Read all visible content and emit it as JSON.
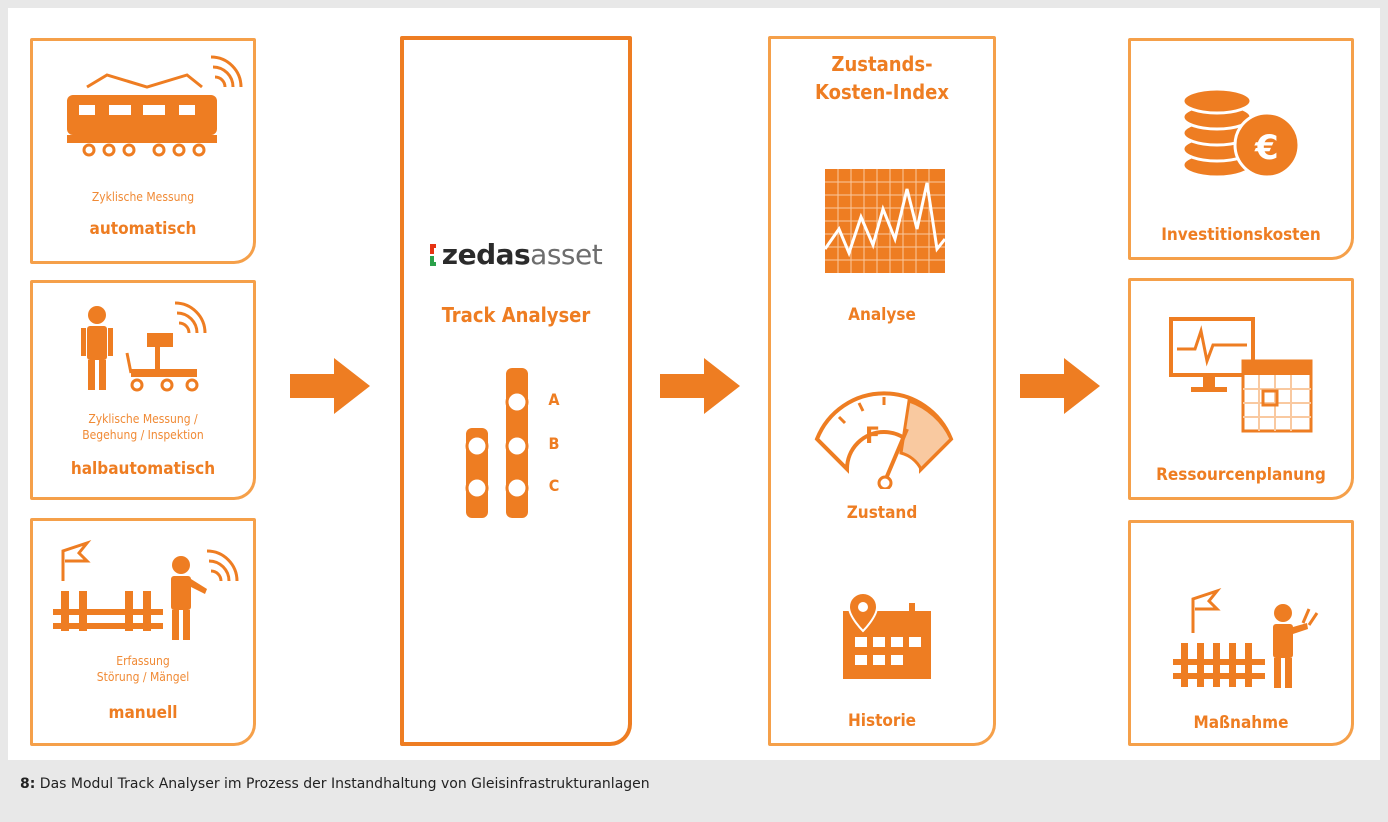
{
  "column_inputs": [
    {
      "sublabel": "Zyklische Messung",
      "label": "automatisch",
      "icon": "train-icon"
    },
    {
      "sublabel": "Zyklische Messung / Begehung / Inspektion",
      "sub_line1": "Zyklische Messung /",
      "sub_line2": "Begehung / Inspektion",
      "label": "halbautomatisch",
      "icon": "worker-trolley-icon"
    },
    {
      "sub_line1": "Erfassung",
      "sub_line2": "Störung / Mängel",
      "label": "manuell",
      "icon": "worker-track-icon"
    }
  ],
  "center": {
    "logo_part1": "zedas",
    "logo_part2": "asset",
    "title": "Track Analyser",
    "rows": [
      "A",
      "B",
      "C"
    ]
  },
  "index": {
    "title_line1": "Zustands-",
    "title_line2": "Kosten-Index",
    "items": [
      {
        "label": "Analyse",
        "icon": "chart-grid-icon"
      },
      {
        "label": "Zustand",
        "icon": "gauge-icon",
        "gauge_letter": "F"
      },
      {
        "label": "Historie",
        "icon": "calendar-pin-icon"
      }
    ]
  },
  "outputs": [
    {
      "label": "Investitionskosten",
      "icon": "coins-euro-icon",
      "symbol": "€"
    },
    {
      "label": "Ressourcenplanung",
      "icon": "monitor-calendar-icon"
    },
    {
      "label": "Maßnahme",
      "icon": "worker-track-icon"
    }
  ],
  "caption": {
    "number": "8:",
    "text": "Das Modul Track Analyser im Prozess der Instandhaltung von Gleisinfrastrukturanlagen"
  },
  "colors": {
    "accent": "#ee7d22",
    "light": "#f5a04a",
    "pale": "#f9c9a0"
  }
}
